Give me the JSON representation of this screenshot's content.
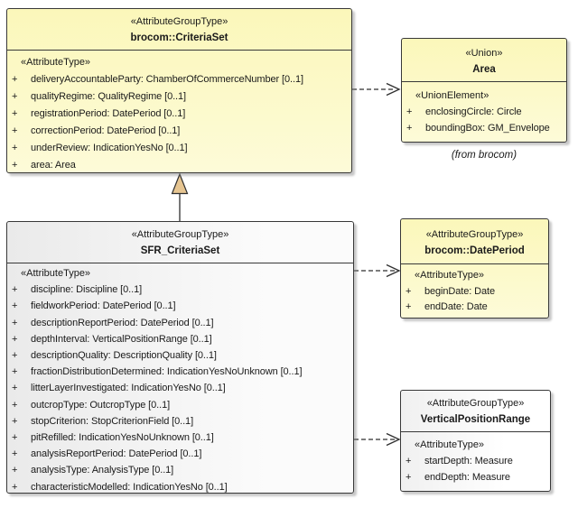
{
  "diagram": {
    "type": "uml-class-diagram",
    "background": "#ffffff",
    "colors": {
      "yellow_box_top": "#fbf7ba",
      "yellow_box_bottom": "#fdfbd8",
      "gray_box": "#eaeaea",
      "white_box": "#ffffff",
      "border": "#383838",
      "connector": "#2e2e2e",
      "generalization_triangle_fill": "#e6c591"
    }
  },
  "boxes": {
    "criteria_set": {
      "stereotype": "«AttributeGroupType»",
      "name": "brocom::CriteriaSet",
      "section": "«AttributeType»",
      "attributes": [
        {
          "vis": "+",
          "text": "deliveryAccountableParty: ChamberOfCommerceNumber [0..1]"
        },
        {
          "vis": "+",
          "text": "qualityRegime: QualityRegime [0..1]"
        },
        {
          "vis": "+",
          "text": "registrationPeriod: DatePeriod [0..1]"
        },
        {
          "vis": "+",
          "text": "correctionPeriod: DatePeriod [0..1]"
        },
        {
          "vis": "+",
          "text": "underReview: IndicationYesNo [0..1]"
        },
        {
          "vis": "+",
          "text": "area: Area"
        }
      ]
    },
    "area": {
      "stereotype": "«Union»",
      "name": "Area",
      "section": "«UnionElement»",
      "attributes": [
        {
          "vis": "+",
          "text": "enclosingCircle: Circle"
        },
        {
          "vis": "+",
          "text": "boundingBox: GM_Envelope"
        }
      ],
      "caption": "(from brocom)"
    },
    "sfr_criteria_set": {
      "stereotype": "«AttributeGroupType»",
      "name": "SFR_CriteriaSet",
      "section": "«AttributeType»",
      "attributes": [
        {
          "vis": "+",
          "text": "discipline: Discipline [0..1]"
        },
        {
          "vis": "+",
          "text": "fieldworkPeriod: DatePeriod [0..1]"
        },
        {
          "vis": "+",
          "text": "descriptionReportPeriod: DatePeriod [0..1]"
        },
        {
          "vis": "+",
          "text": "depthInterval: VerticalPositionRange [0..1]"
        },
        {
          "vis": "+",
          "text": "descriptionQuality: DescriptionQuality [0..1]"
        },
        {
          "vis": "+",
          "text": "fractionDistributionDetermined: IndicationYesNoUnknown [0..1]"
        },
        {
          "vis": "+",
          "text": "litterLayerInvestigated: IndicationYesNo [0..1]"
        },
        {
          "vis": "+",
          "text": "outcropType: OutcropType [0..1]"
        },
        {
          "vis": "+",
          "text": "stopCriterion: StopCriterionField [0..1]"
        },
        {
          "vis": "+",
          "text": "pitRefilled: IndicationYesNoUnknown [0..1]"
        },
        {
          "vis": "+",
          "text": "analysisReportPeriod: DatePeriod [0..1]"
        },
        {
          "vis": "+",
          "text": "analysisType: AnalysisType [0..1]"
        },
        {
          "vis": "+",
          "text": "characteristicModelled: IndicationYesNo [0..1]"
        }
      ]
    },
    "date_period": {
      "stereotype": "«AttributeGroupType»",
      "name": "brocom::DatePeriod",
      "section": "«AttributeType»",
      "attributes": [
        {
          "vis": "+",
          "text": "beginDate: Date"
        },
        {
          "vis": "+",
          "text": "endDate: Date"
        }
      ]
    },
    "vertical_position_range": {
      "stereotype": "«AttributeGroupType»",
      "name": "VerticalPositionRange",
      "section": "«AttributeType»",
      "attributes": [
        {
          "vis": "+",
          "text": "startDepth: Measure"
        },
        {
          "vis": "+",
          "text": "endDepth: Measure"
        }
      ]
    }
  },
  "connectors": [
    {
      "type": "generalization",
      "from": "SFR_CriteriaSet",
      "to": "brocom::CriteriaSet"
    },
    {
      "type": "dependency",
      "from": "brocom::CriteriaSet",
      "to": "Area"
    },
    {
      "type": "dependency",
      "from": "SFR_CriteriaSet",
      "to": "brocom::DatePeriod"
    },
    {
      "type": "dependency",
      "from": "SFR_CriteriaSet",
      "to": "VerticalPositionRange"
    }
  ]
}
